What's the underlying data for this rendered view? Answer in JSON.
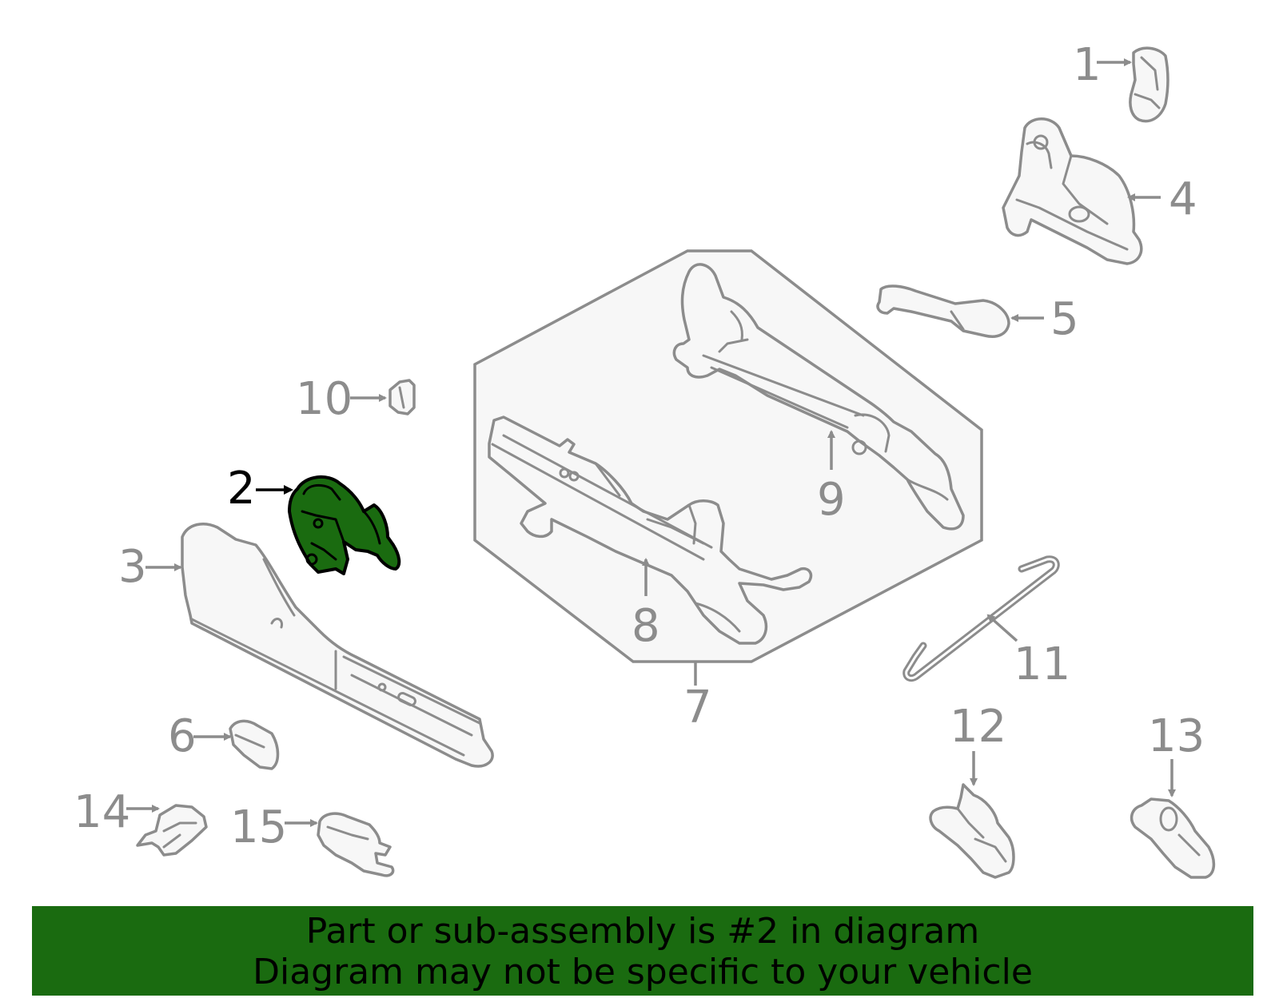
{
  "colors": {
    "highlight": "#1a6b10",
    "line": "#8c8c8c",
    "callout_highlight": "#000000"
  },
  "callouts": {
    "c1": "1",
    "c2": "2",
    "c3": "3",
    "c4": "4",
    "c5": "5",
    "c6": "6",
    "c7": "7",
    "c8": "8",
    "c9": "9",
    "c10": "10",
    "c11": "11",
    "c12": "12",
    "c13": "13",
    "c14": "14",
    "c15": "15"
  },
  "highlighted_part": "2",
  "banner": {
    "line1": "Part or sub-assembly is #2 in diagram",
    "line2": "Diagram may not be specific to your vehicle"
  }
}
